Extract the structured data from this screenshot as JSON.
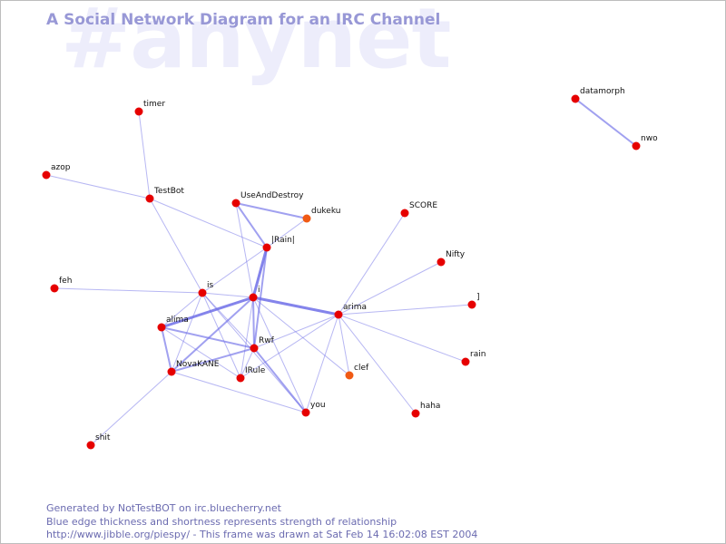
{
  "watermark": "#anynet",
  "title": "A Social Network Diagram for an IRC Channel",
  "footer": {
    "line1": "Generated by NotTestBOT on irc.bluecherry.net",
    "line2": "Blue edge thickness and shortness represents strength of relationship",
    "line3": "http://www.jibble.org/piespy/ - This frame was drawn at Sat Feb 14 16:02:08 EST 2004"
  },
  "colors": {
    "node": "#e60000",
    "node_recent": "#f05a14",
    "edge": "#6f6fe8",
    "title": "#9898d6",
    "footer": "#6b6bb0",
    "watermark": "#ededfb"
  },
  "nodes": [
    {
      "id": "timer",
      "label": "timer",
      "recent": false
    },
    {
      "id": "azop",
      "label": "azop",
      "recent": false
    },
    {
      "id": "TestBot",
      "label": "TestBot",
      "recent": false
    },
    {
      "id": "UseAndDestroy",
      "label": "UseAndDestroy",
      "recent": false
    },
    {
      "id": "dukeku",
      "label": "dukeku",
      "recent": true
    },
    {
      "id": "IRainl",
      "label": "|Rain|",
      "recent": false
    },
    {
      "id": "SCORE",
      "label": "SCORE",
      "recent": false
    },
    {
      "id": "Nifty",
      "label": "Nifty",
      "recent": false
    },
    {
      "id": "bracket",
      "label": "]",
      "recent": false
    },
    {
      "id": "feh",
      "label": "feh",
      "recent": false
    },
    {
      "id": "is",
      "label": "is",
      "recent": false
    },
    {
      "id": "i",
      "label": "i",
      "recent": false
    },
    {
      "id": "arima",
      "label": "arima",
      "recent": false
    },
    {
      "id": "alima",
      "label": "alima",
      "recent": false
    },
    {
      "id": "Rwf",
      "label": "Rwf",
      "recent": false
    },
    {
      "id": "NovaKANE",
      "label": "NovaKANE",
      "recent": false
    },
    {
      "id": "IRule",
      "label": "IRule",
      "recent": false
    },
    {
      "id": "clef",
      "label": "clef",
      "recent": true
    },
    {
      "id": "rain",
      "label": "rain",
      "recent": false
    },
    {
      "id": "you",
      "label": "you",
      "recent": false
    },
    {
      "id": "haha",
      "label": "haha",
      "recent": false
    },
    {
      "id": "shit",
      "label": "shit",
      "recent": false
    },
    {
      "id": "datamorph",
      "label": "datamorph",
      "recent": false
    },
    {
      "id": "nwo",
      "label": "nwo",
      "recent": false
    }
  ],
  "edges": [
    {
      "source": "timer",
      "target": "TestBot",
      "weight": 1
    },
    {
      "source": "azop",
      "target": "TestBot",
      "weight": 1
    },
    {
      "source": "TestBot",
      "target": "is",
      "weight": 1
    },
    {
      "source": "TestBot",
      "target": "IRainl",
      "weight": 1
    },
    {
      "source": "UseAndDestroy",
      "target": "dukeku",
      "weight": 2
    },
    {
      "source": "UseAndDestroy",
      "target": "IRainl",
      "weight": 2
    },
    {
      "source": "UseAndDestroy",
      "target": "i",
      "weight": 1
    },
    {
      "source": "dukeku",
      "target": "IRainl",
      "weight": 1
    },
    {
      "source": "IRainl",
      "target": "i",
      "weight": 3
    },
    {
      "source": "IRainl",
      "target": "is",
      "weight": 1
    },
    {
      "source": "IRainl",
      "target": "Rwf",
      "weight": 2
    },
    {
      "source": "i",
      "target": "arima",
      "weight": 3
    },
    {
      "source": "i",
      "target": "is",
      "weight": 1
    },
    {
      "source": "i",
      "target": "alima",
      "weight": 3
    },
    {
      "source": "i",
      "target": "Rwf",
      "weight": 2
    },
    {
      "source": "i",
      "target": "NovaKANE",
      "weight": 2
    },
    {
      "source": "i",
      "target": "IRule",
      "weight": 1
    },
    {
      "source": "i",
      "target": "you",
      "weight": 1
    },
    {
      "source": "i",
      "target": "clef",
      "weight": 1
    },
    {
      "source": "is",
      "target": "feh",
      "weight": 1
    },
    {
      "source": "is",
      "target": "alima",
      "weight": 1
    },
    {
      "source": "is",
      "target": "Rwf",
      "weight": 1
    },
    {
      "source": "is",
      "target": "NovaKANE",
      "weight": 1
    },
    {
      "source": "is",
      "target": "IRule",
      "weight": 1
    },
    {
      "source": "is",
      "target": "you",
      "weight": 1
    },
    {
      "source": "arima",
      "target": "SCORE",
      "weight": 1
    },
    {
      "source": "arima",
      "target": "Nifty",
      "weight": 1
    },
    {
      "source": "arima",
      "target": "bracket",
      "weight": 1
    },
    {
      "source": "arima",
      "target": "rain",
      "weight": 1
    },
    {
      "source": "arima",
      "target": "haha",
      "weight": 1
    },
    {
      "source": "arima",
      "target": "clef",
      "weight": 1
    },
    {
      "source": "arima",
      "target": "you",
      "weight": 1
    },
    {
      "source": "arima",
      "target": "Rwf",
      "weight": 1
    },
    {
      "source": "arima",
      "target": "IRule",
      "weight": 1
    },
    {
      "source": "alima",
      "target": "Rwf",
      "weight": 2
    },
    {
      "source": "alima",
      "target": "NovaKANE",
      "weight": 2
    },
    {
      "source": "alima",
      "target": "IRule",
      "weight": 1
    },
    {
      "source": "Rwf",
      "target": "NovaKANE",
      "weight": 2
    },
    {
      "source": "Rwf",
      "target": "IRule",
      "weight": 1
    },
    {
      "source": "Rwf",
      "target": "you",
      "weight": 2
    },
    {
      "source": "NovaKANE",
      "target": "shit",
      "weight": 1
    },
    {
      "source": "NovaKANE",
      "target": "you",
      "weight": 1
    },
    {
      "source": "datamorph",
      "target": "nwo",
      "weight": 2
    }
  ]
}
